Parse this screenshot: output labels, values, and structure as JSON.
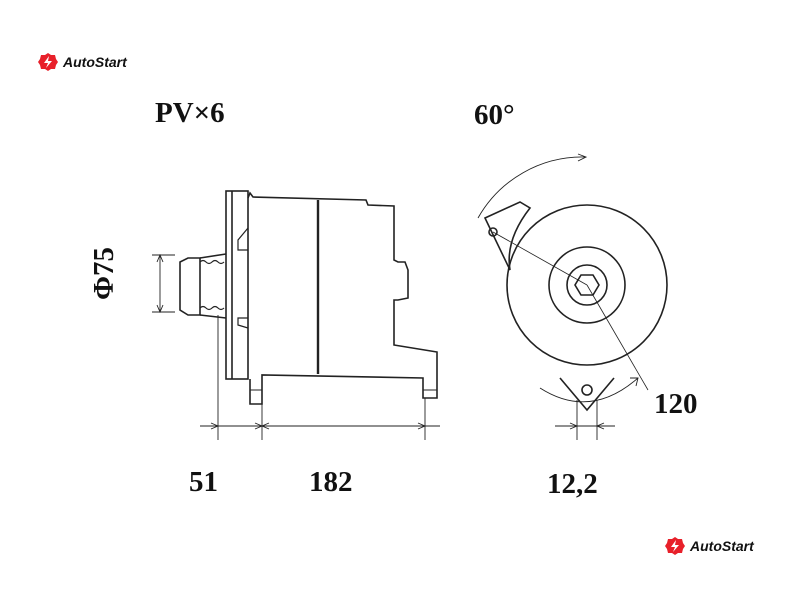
{
  "logos": {
    "top_left": "AutoStart",
    "bottom_right": "AutoStart",
    "brand_color": "#e8202a"
  },
  "labels": {
    "belt": "PV×6",
    "angle_top": "60°",
    "pulley_diameter": "Φ75",
    "dim_51": "51",
    "dim_182": "182",
    "dim_hole": "12,2",
    "angle_bottom": "120"
  }
}
